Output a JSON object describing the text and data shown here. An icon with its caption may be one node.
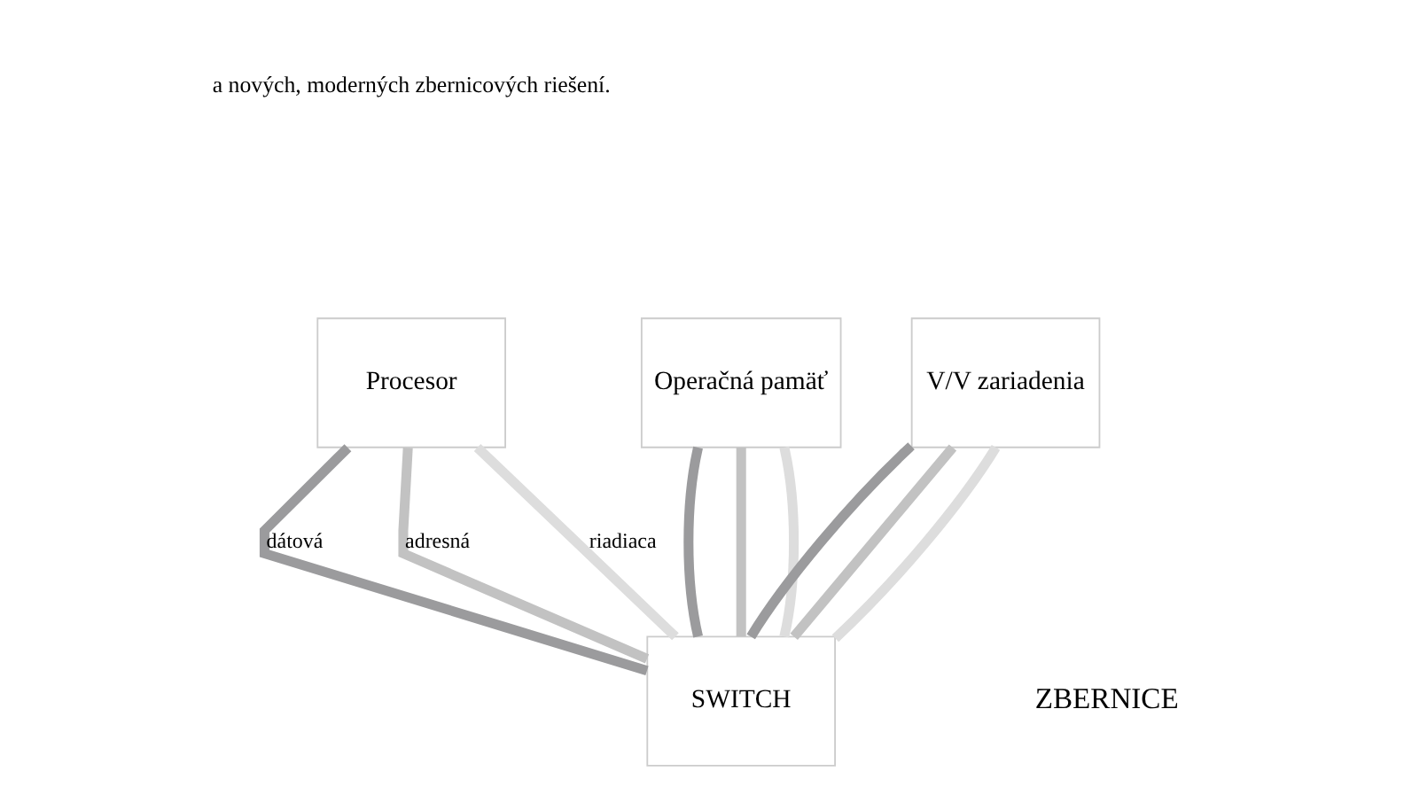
{
  "diagram": {
    "nodes": [
      {
        "text": [
          "Procesor"
        ]
      },
      {
        "text": [
          "Operačná pamäť"
        ]
      },
      {
        "text": [
          "V/V zariadenia"
        ]
      },
      {
        "text": [
          "SWITCH"
        ]
      }
    ],
    "edges": [
      {
        "from": 0,
        "to": 3,
        "arrow": "none",
        "label": "dátová",
        "color": "#9b9b9d"
      },
      {
        "from": 0,
        "to": 3,
        "arrow": "none",
        "label": "adresná",
        "color": "#c2c2c2"
      },
      {
        "from": 0,
        "to": 3,
        "arrow": "none",
        "label": "riadiaca",
        "color": "#dddddd"
      },
      {
        "from": 1,
        "to": 3,
        "arrow": "none",
        "color": "#9b9b9d"
      },
      {
        "from": 1,
        "to": 3,
        "arrow": "none",
        "color": "#c2c2c2"
      },
      {
        "from": 1,
        "to": 3,
        "arrow": "none",
        "color": "#dddddd"
      },
      {
        "from": 2,
        "to": 3,
        "arrow": "none",
        "color": "#9b9b9d"
      },
      {
        "from": 2,
        "to": 3,
        "arrow": "none",
        "color": "#c2c2c2"
      },
      {
        "from": 2,
        "to": 3,
        "arrow": "none",
        "color": "#dddddd"
      }
    ],
    "labels": [
      "a nových, moderných zbernicových riešení.",
      "ZBERNICE"
    ]
  }
}
